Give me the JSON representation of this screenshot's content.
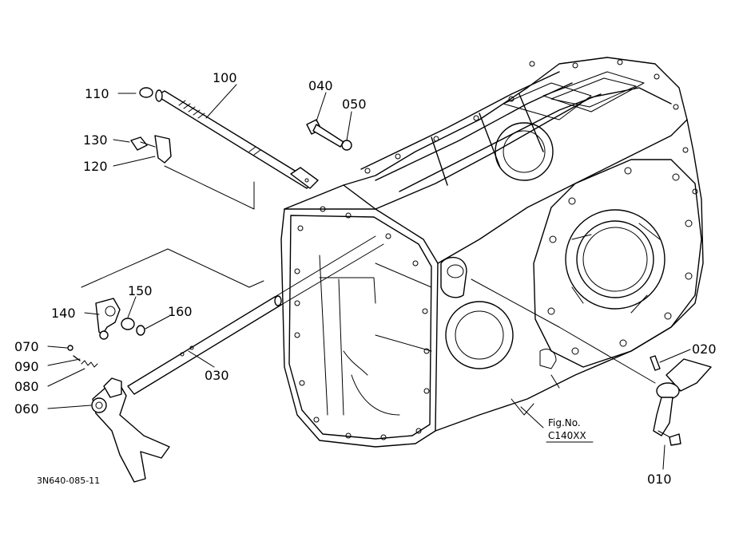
{
  "labels": {
    "p010": "010",
    "p020": "020",
    "p030": "030",
    "p040": "040",
    "p050": "050",
    "p060": "060",
    "p070": "070",
    "p080": "080",
    "p090": "090",
    "p100": "100",
    "p110": "110",
    "p120": "120",
    "p130": "130",
    "p140": "140",
    "p150": "150",
    "p160": "160"
  },
  "fig_no": "Fig.No.",
  "fig_code": "C140XX",
  "drawing_id": "3N640-085-11"
}
